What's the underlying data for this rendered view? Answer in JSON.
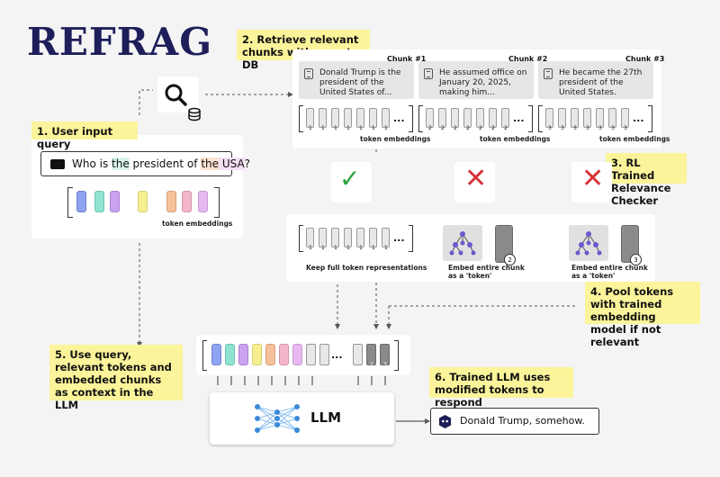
{
  "title": "REFRAG",
  "steps": {
    "s1": "1. User input query",
    "s2": "2. Retrieve relevant chunks with a vector DB",
    "s3": "3. RL Trained Relevance Checker",
    "s4": "4. Pool tokens with trained embedding model if not relevant",
    "s5": "5. Use query, relevant tokens and embedded chunks as context in the LLM",
    "s6": "6. Trained LLM uses modified tokens to respond"
  },
  "query": {
    "pre": "Who is ",
    "the": "the",
    "mid": " president of ",
    "the2": "the",
    "usa": " USA",
    "end": "?"
  },
  "token_embeddings_label": "token embeddings",
  "chunks": [
    {
      "header": "Chunk #1",
      "text": "Donald Trump is the president of the United States of...",
      "num": "1"
    },
    {
      "header": "Chunk #2",
      "text": "He assumed office on January 20, 2025, making him...",
      "num": "2"
    },
    {
      "header": "Chunk #3",
      "text": "He became the 27th president of the United States.",
      "num": "3"
    }
  ],
  "ellipsis": "...",
  "middle": {
    "keep_label": "Keep full token representations",
    "embed_label_1": "Embed entire chunk",
    "embed_label_2": "as a 'token'",
    "num2": "2",
    "num3": "3",
    "num1": "1"
  },
  "llm_label": "LLM",
  "response": "Donald Trump, somehow.",
  "colors": {
    "query_tokens": [
      "#8fa3f0",
      "#8fe3d1",
      "#c9a2f0",
      "#f5ef8f",
      "#f6c19a",
      "#f3b6c9",
      "#e7b9f0"
    ],
    "check": "#2aa33a",
    "cross": "#d8323a",
    "note": "#fbf49b",
    "title": "#1e1e5a"
  }
}
